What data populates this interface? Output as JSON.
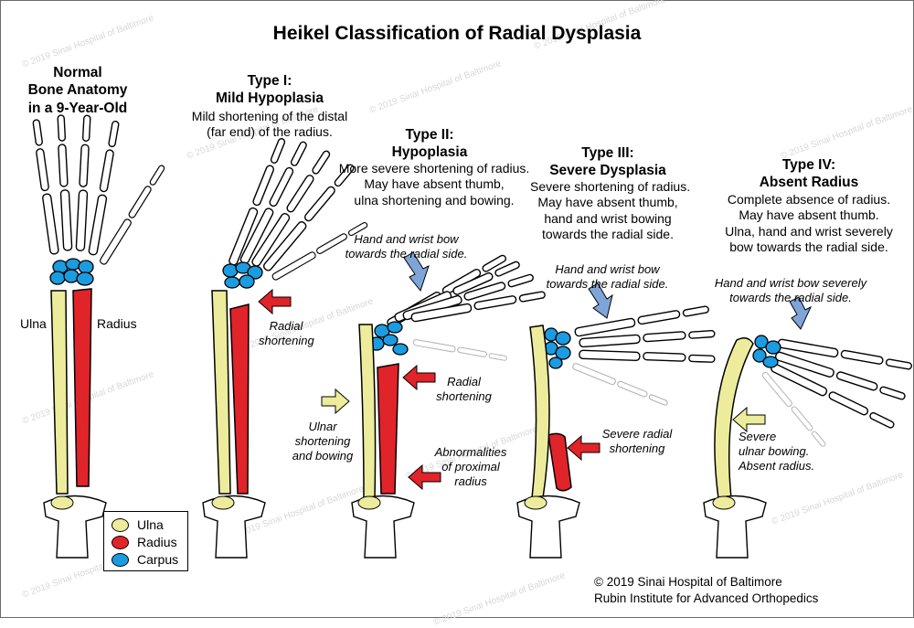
{
  "title": "Heikel Classification of Radial Dysplasia",
  "colors": {
    "ulna": "#ecec9c",
    "radius": "#e1232a",
    "carpus": "#1b9be0",
    "arrow_blue": "#7fa5d8",
    "arrow_red": "#e1232a",
    "arrow_yellow": "#ecec9c"
  },
  "columns": {
    "normal": {
      "heading_lines": [
        "Normal",
        "Bone Anatomy",
        "in a 9-Year-Old"
      ],
      "label_ulna": "Ulna",
      "label_radius": "Radius"
    },
    "type1": {
      "heading_lines": [
        "Type  I:",
        "Mild Hypoplasia"
      ],
      "desc_lines": [
        "Mild shortening of the distal",
        "(far end) of the radius."
      ],
      "note_radial_lines": [
        "Radial",
        "shortening"
      ]
    },
    "type2": {
      "heading_lines": [
        "Type  II:",
        "Hypoplasia"
      ],
      "desc_lines": [
        "More severe shortening of radius.",
        "May have absent thumb,",
        "ulna shortening and bowing."
      ],
      "note_hand_lines": [
        "Hand and wrist bow",
        "towards the radial side."
      ],
      "note_radial_lines": [
        "Radial",
        "shortening"
      ],
      "note_ulnar_lines": [
        "Ulnar",
        "shortening",
        "and bowing"
      ],
      "note_proximal_lines": [
        "Abnormalities",
        "of proximal",
        "radius"
      ]
    },
    "type3": {
      "heading_lines": [
        "Type  III:",
        "Severe Dysplasia"
      ],
      "desc_lines": [
        "Severe shortening of radius.",
        "May have absent thumb,",
        "hand and wrist bowing",
        "towards the radial side."
      ],
      "note_hand_lines": [
        "Hand and wrist bow",
        "towards the radial side."
      ],
      "note_radial_lines": [
        "Severe radial",
        "shortening"
      ]
    },
    "type4": {
      "heading_lines": [
        "Type  IV:",
        "Absent Radius"
      ],
      "desc_lines": [
        "Complete absence of radius.",
        "May have absent thumb.",
        "Ulna, hand and wrist severely",
        "bow towards the radial side."
      ],
      "note_hand_lines": [
        "Hand and wrist bow severely",
        "towards the radial side."
      ],
      "note_ulnar_lines": [
        "Severe",
        "ulnar bowing.",
        "Absent radius."
      ]
    }
  },
  "legend": [
    {
      "label": "Ulna",
      "color": "#ecec9c"
    },
    {
      "label": "Radius",
      "color": "#e1232a"
    },
    {
      "label": "Carpus",
      "color": "#1b9be0"
    }
  ],
  "credits": [
    "© 2019 Sinai Hospital of Baltimore",
    "Rubin Institute for Advanced Orthopedics"
  ],
  "watermark": "© 2019 Sinai Hospital of Baltimore"
}
